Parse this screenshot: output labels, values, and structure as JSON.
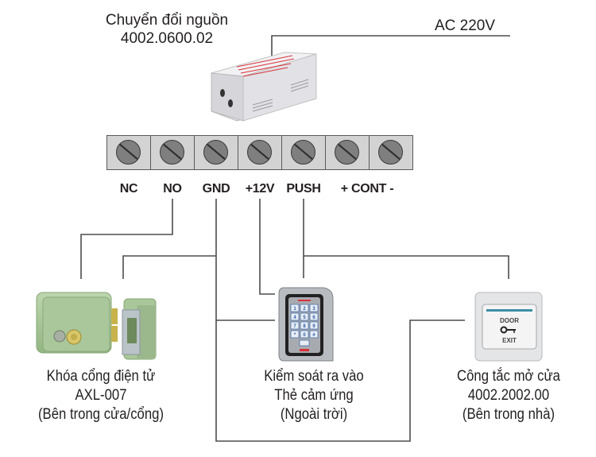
{
  "power_supply": {
    "name": "Chuyển đổi nguồn",
    "code": "4002.0600.02",
    "input_label": "AC 220V",
    "icon": "power-supply-box"
  },
  "terminal_block": {
    "terminals": [
      {
        "id": "nc",
        "label": "NC"
      },
      {
        "id": "no",
        "label": "NO"
      },
      {
        "id": "gnd",
        "label": "GND"
      },
      {
        "id": "12v",
        "label": "+12V"
      },
      {
        "id": "push",
        "label": "PUSH"
      },
      {
        "id": "cont_plus",
        "label": ""
      },
      {
        "id": "cont_minus",
        "label": ""
      }
    ],
    "cont_label": "+ CONT -"
  },
  "devices": [
    {
      "id": "lock",
      "line1": "Khóa cổng điện tử",
      "line2": "AXL-007",
      "line3": "(Bên trong cửa/cổng)",
      "icon": "electric-lock",
      "color": "#a9c79a"
    },
    {
      "id": "reader",
      "line1": "Kiểm soát ra vào",
      "line2": "Thẻ cảm ứng",
      "line3": "(Ngoài trời)",
      "icon": "keypad-card-reader"
    },
    {
      "id": "exit_button",
      "line1": "Công tắc mở cửa",
      "line2": "4002.2002.00",
      "line3": "(Bên trong nhà)",
      "icon": "door-exit-button",
      "button_top": "DOOR",
      "button_bottom": "EXIT"
    }
  ],
  "keypad": {
    "keys": [
      "1",
      "2",
      "3",
      "4",
      "5",
      "6",
      "7",
      "8",
      "9",
      "*",
      "0",
      "#"
    ]
  },
  "colors": {
    "wire": "#4d4d4d",
    "block_fill": "#d3d3d3",
    "screw_fill": "#7f7f7f",
    "label_red": "#d9323a"
  }
}
